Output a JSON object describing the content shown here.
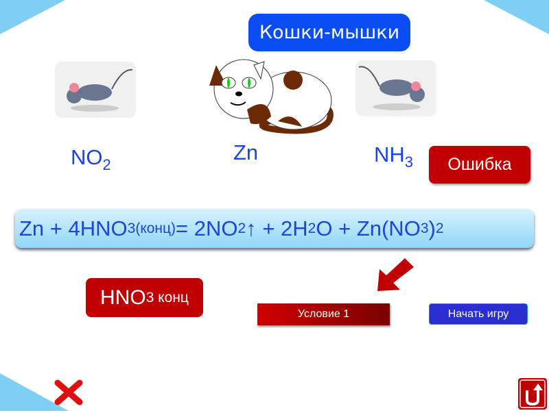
{
  "title": "Кошки-мышки",
  "labels": {
    "left": "NO",
    "left_sub": "2",
    "center": "Zn",
    "right": "NH",
    "right_sub": "3"
  },
  "error_button": "Ошибка",
  "equation": {
    "p1": "Zn + 4HNO",
    "s1": "3(конц)",
    "p2": " = 2NO",
    "s2": "2",
    "p3": "↑ + 2H",
    "s3": "2",
    "p4": "O + Zn(NO",
    "s4": "3",
    "p5": ")",
    "s5": "2"
  },
  "reagent": {
    "main": "HNO",
    "sub": "3 конц"
  },
  "condition_button": "Условие 1",
  "start_button": "Начать игру",
  "colors": {
    "red": "#c00000",
    "blue": "#0a4df2",
    "formula": "#1a45e0"
  }
}
